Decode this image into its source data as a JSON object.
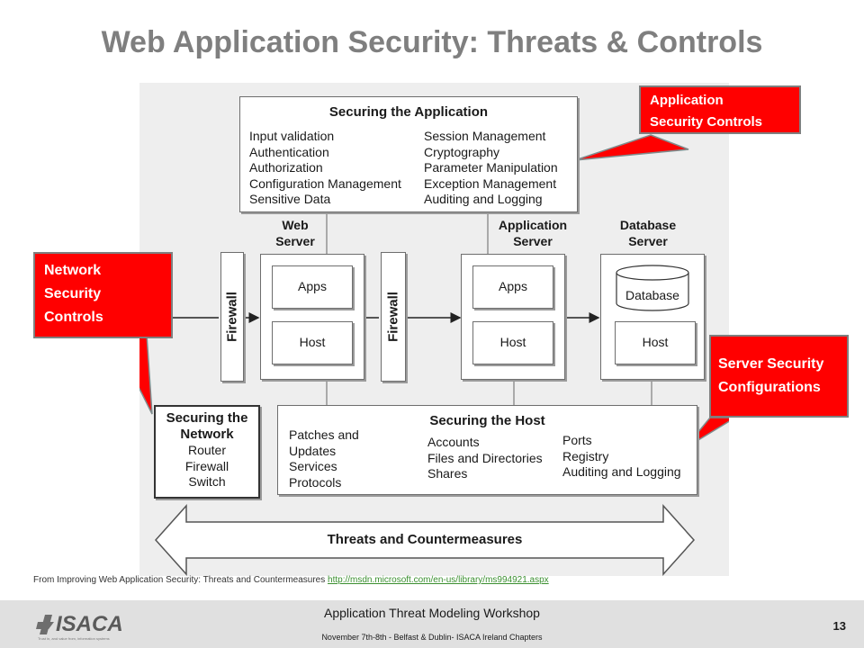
{
  "slide": {
    "title": "Web Application Security: Threats & Controls",
    "page_number": "13"
  },
  "diagram": {
    "app_box": {
      "title": "Securing the Application",
      "left_items": [
        "Input validation",
        "Authentication",
        "Authorization",
        "Configuration Management",
        "Sensitive Data"
      ],
      "right_items": [
        "Session Management",
        "Cryptography",
        "Parameter Manipulation",
        "Exception Management",
        "Auditing and Logging"
      ]
    },
    "web_server": {
      "title_line1": "Web",
      "title_line2": "Server",
      "apps": "Apps",
      "host": "Host"
    },
    "app_server": {
      "title_line1": "Application",
      "title_line2": "Server",
      "apps": "Apps",
      "host": "Host"
    },
    "db_server": {
      "title_line1": "Database",
      "title_line2": "Server",
      "database": "Database",
      "host": "Host"
    },
    "firewall_label": "Firewall",
    "network_box": {
      "title_line1": "Securing the",
      "title_line2": "Network",
      "items": [
        "Router",
        "Firewall",
        "Switch"
      ]
    },
    "host_box": {
      "title": "Securing the Host",
      "col1": [
        "Patches and",
        "Updates",
        "Services",
        "Protocols"
      ],
      "col2": [
        "Accounts",
        "Files and Directories",
        "Shares"
      ],
      "col3": [
        "Ports",
        "Registry",
        "Auditing and Logging"
      ]
    },
    "threats_label": "Threats and Countermeasures"
  },
  "callouts": {
    "application": [
      "Application",
      "Security Controls"
    ],
    "network": [
      "Network",
      "Security",
      "Controls"
    ],
    "server": [
      "Server Security",
      "Configurations"
    ]
  },
  "source": {
    "text": "From Improving Web Application Security: Threats and Countermeasures",
    "link": "http://msdn.microsoft.com/en-us/library/ms994921.aspx"
  },
  "footer": {
    "title": "Application Threat Modeling Workshop",
    "subtitle": "November 7th-8th - Belfast & Dublin- ISACA Ireland Chapters",
    "logo_text": "ISACA",
    "logo_tagline": "Trust in, and value from, information systems"
  },
  "colors": {
    "callout": "#ff0000",
    "title": "#7f7f7f",
    "footer_bg": "#e0e0e0",
    "link": "#3a8f2f"
  }
}
